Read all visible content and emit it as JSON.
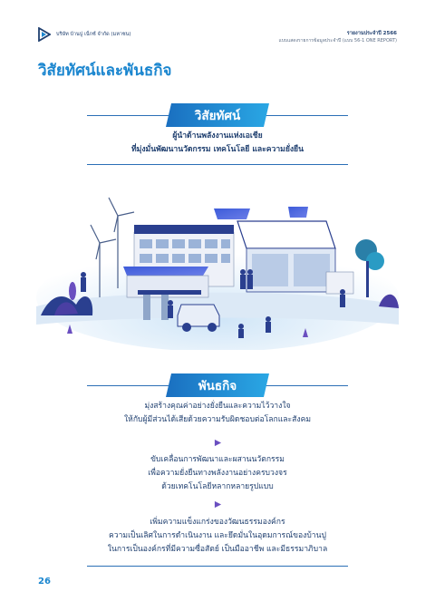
{
  "header": {
    "company": "บริษัท บ้านปู เน็กซ์ จำกัด (มหาชน)",
    "report_title": "รายงานประจำปี 2566",
    "report_subtitle": "แบบแสดงรายการข้อมูลประจำปี (แบบ 56-1 ONE REPORT)"
  },
  "page_title": "วิสัยทัศน์และพันธกิจ",
  "vision": {
    "heading": "วิสัยทัศน์",
    "lines": [
      "ผู้นำด้านพลังงานแห่งเอเชีย",
      "ที่มุ่งมั่นพัฒนานวัตกรรม เทคโนโลยี และความยั่งยืน"
    ]
  },
  "mission": {
    "heading": "พันธกิจ",
    "items": [
      {
        "lines": [
          "มุ่งสร้างคุณค่าอย่างยั่งยืนและความไว้วางใจ",
          "ให้กับผู้มีส่วนได้เสียด้วยความรับผิดชอบต่อโลกและสังคม"
        ]
      },
      {
        "lines": [
          "ขับเคลื่อนการพัฒนาและผสานนวัตกรรม",
          "เพื่อความยั่งยืนทางพลังงานอย่างครบวงจร",
          "ด้วยเทคโนโลยีหลากหลายรูปแบบ"
        ]
      },
      {
        "lines": [
          "เพิ่มความแข็งแกร่งของวัฒนธรรมองค์กร",
          "ความเป็นเลิศในการดำเนินงาน และยึดมั่นในอุดมการณ์ของบ้านปู",
          "ในการเป็นองค์กรที่มีความซื่อสัตย์ เป็นมืออาชีพ และมีธรรมาภิบาล"
        ]
      }
    ]
  },
  "page_number": "26",
  "colors": {
    "primary_blue": "#1b86cf",
    "navy_text": "#1f3f6f",
    "accent_purple": "#6a4fc0"
  }
}
